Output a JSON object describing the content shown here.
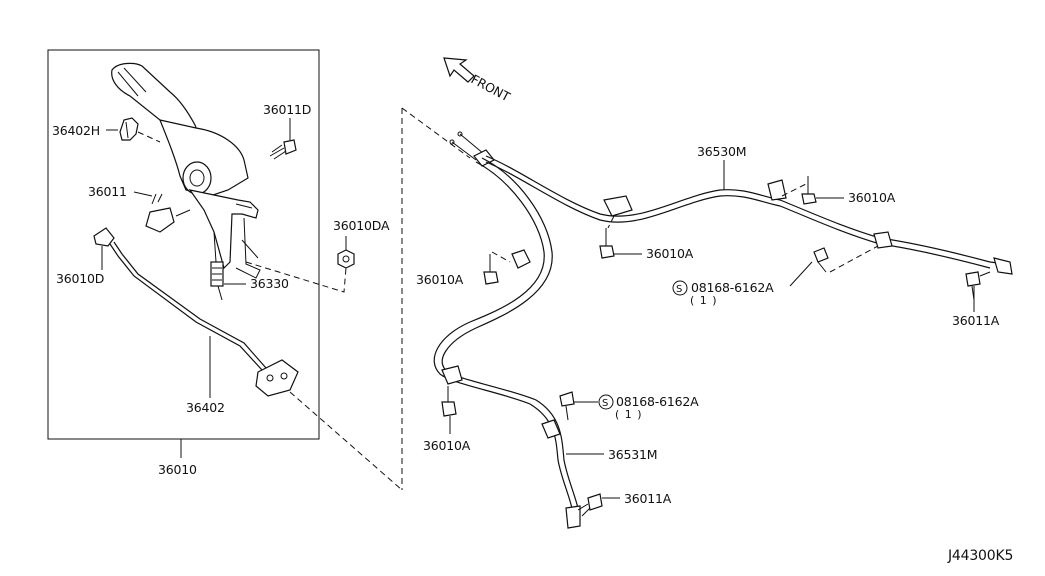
{
  "diagram": {
    "front_label": "FRONT",
    "diagram_code": "J44300K5",
    "assembly_number": "36010",
    "labels": {
      "lever_cover": "36402H",
      "bolt_d": "36011D",
      "bolt_36011": "36011",
      "clip_d": "36010D",
      "nut_da": "36010DA",
      "spring": "36330",
      "front_cable": "36402",
      "rear_cable_right": "36530M",
      "rear_cable_left": "36531M",
      "bolt_a_top_right": "36010A",
      "bolt_a_middle": "36010A",
      "bolt_a_left": "36010A",
      "bolt_a_bottom": "36010A",
      "bolt_11a_right": "36011A",
      "bolt_11a_bottom": "36011A",
      "screw_upper": "08168-6162A",
      "screw_upper_qty": "( 1 )",
      "screw_lower": "08168-6162A",
      "screw_lower_qty": "( 1 )",
      "s_mark": "S"
    }
  }
}
